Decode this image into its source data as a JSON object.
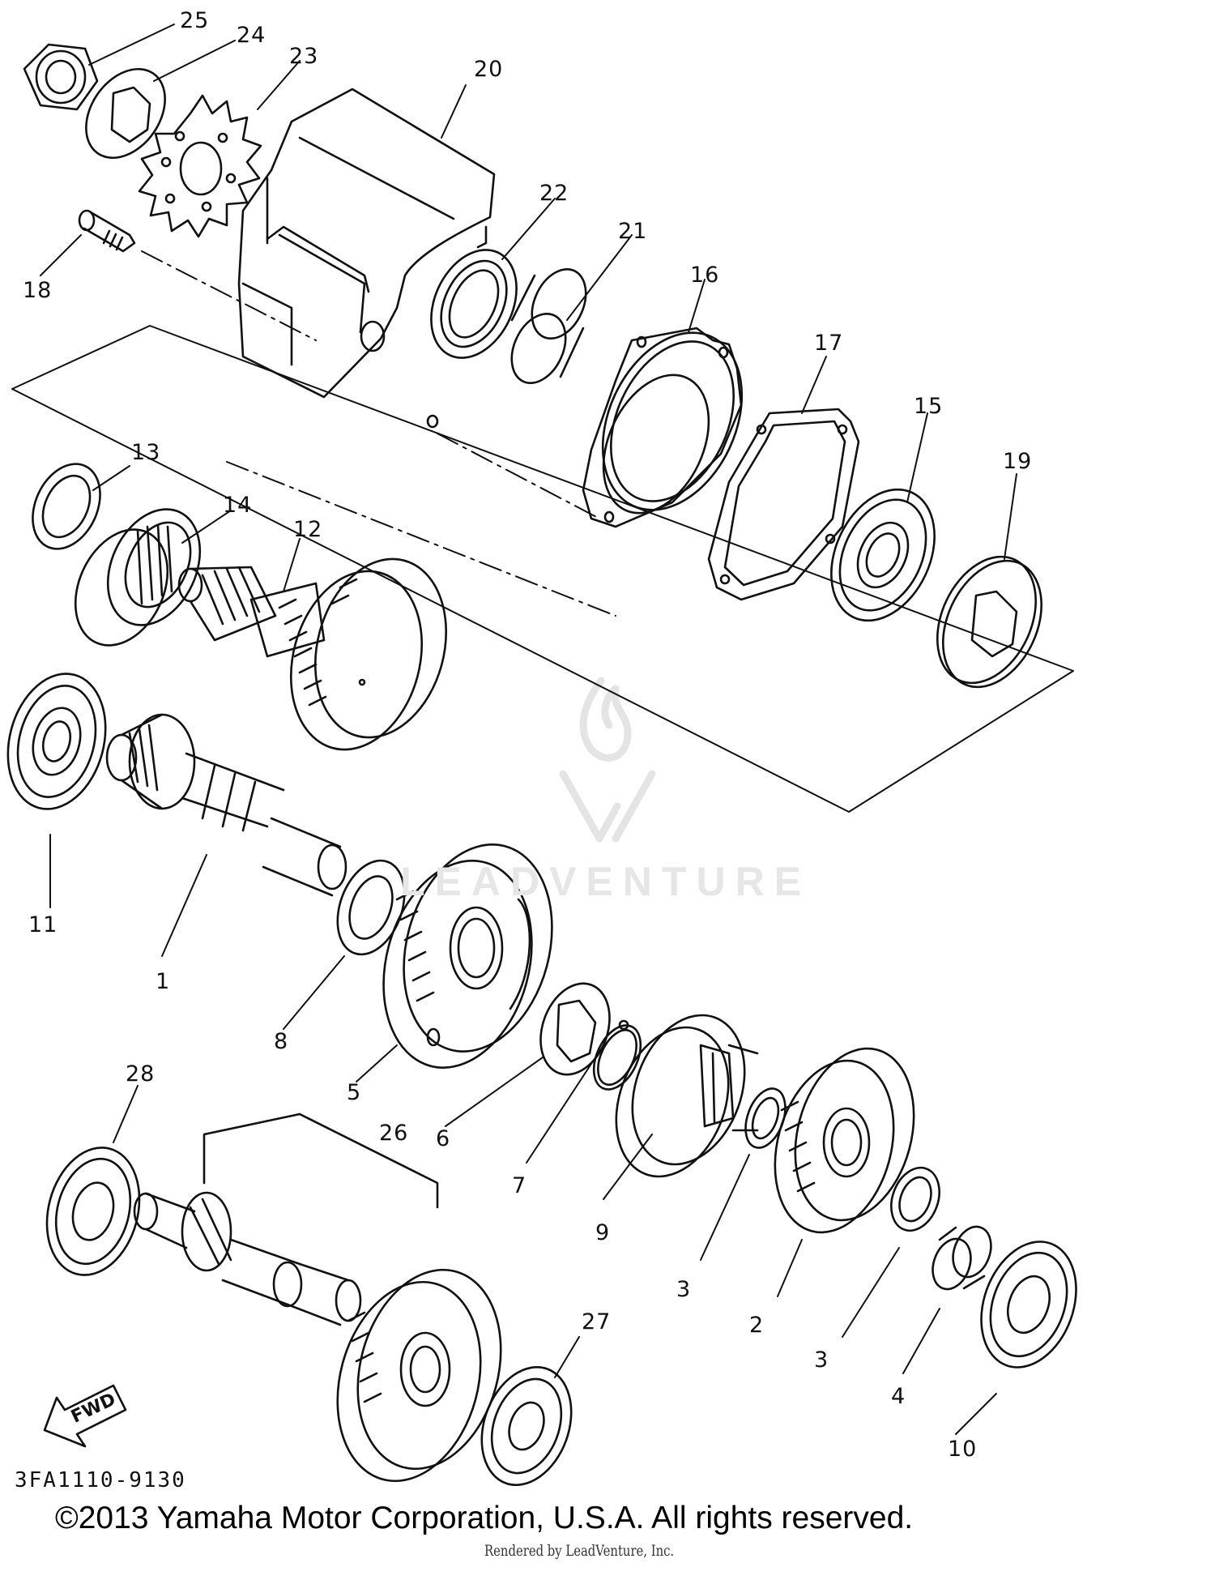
{
  "callouts": [
    {
      "id": "25",
      "text": "25"
    },
    {
      "id": "24",
      "text": "24"
    },
    {
      "id": "23",
      "text": "23"
    },
    {
      "id": "20",
      "text": "20"
    },
    {
      "id": "22",
      "text": "22"
    },
    {
      "id": "21",
      "text": "21"
    },
    {
      "id": "16",
      "text": "16"
    },
    {
      "id": "17",
      "text": "17"
    },
    {
      "id": "15",
      "text": "15"
    },
    {
      "id": "19",
      "text": "19"
    },
    {
      "id": "18",
      "text": "18"
    },
    {
      "id": "13",
      "text": "13"
    },
    {
      "id": "14",
      "text": "14"
    },
    {
      "id": "12",
      "text": "12"
    },
    {
      "id": "11",
      "text": "11"
    },
    {
      "id": "1",
      "text": "1"
    },
    {
      "id": "8",
      "text": "8"
    },
    {
      "id": "5",
      "text": "5"
    },
    {
      "id": "6",
      "text": "6"
    },
    {
      "id": "7",
      "text": "7"
    },
    {
      "id": "9",
      "text": "9"
    },
    {
      "id": "3a",
      "text": "3"
    },
    {
      "id": "2",
      "text": "2"
    },
    {
      "id": "3b",
      "text": "3"
    },
    {
      "id": "4",
      "text": "4"
    },
    {
      "id": "10",
      "text": "10"
    },
    {
      "id": "28",
      "text": "28"
    },
    {
      "id": "26",
      "text": "26"
    },
    {
      "id": "27",
      "text": "27"
    }
  ],
  "fwd_label": "FWD",
  "drawing_code": "3FA1110-9130",
  "copyright": "©2013 Yamaha Motor Corporation, U.S.A. All rights reserved.",
  "rendered_by": "Rendered by LeadVenture, Inc.",
  "watermark": "LEADVENTURE",
  "colors": {
    "line": "#111111",
    "watermark": "#e6e6e6"
  }
}
